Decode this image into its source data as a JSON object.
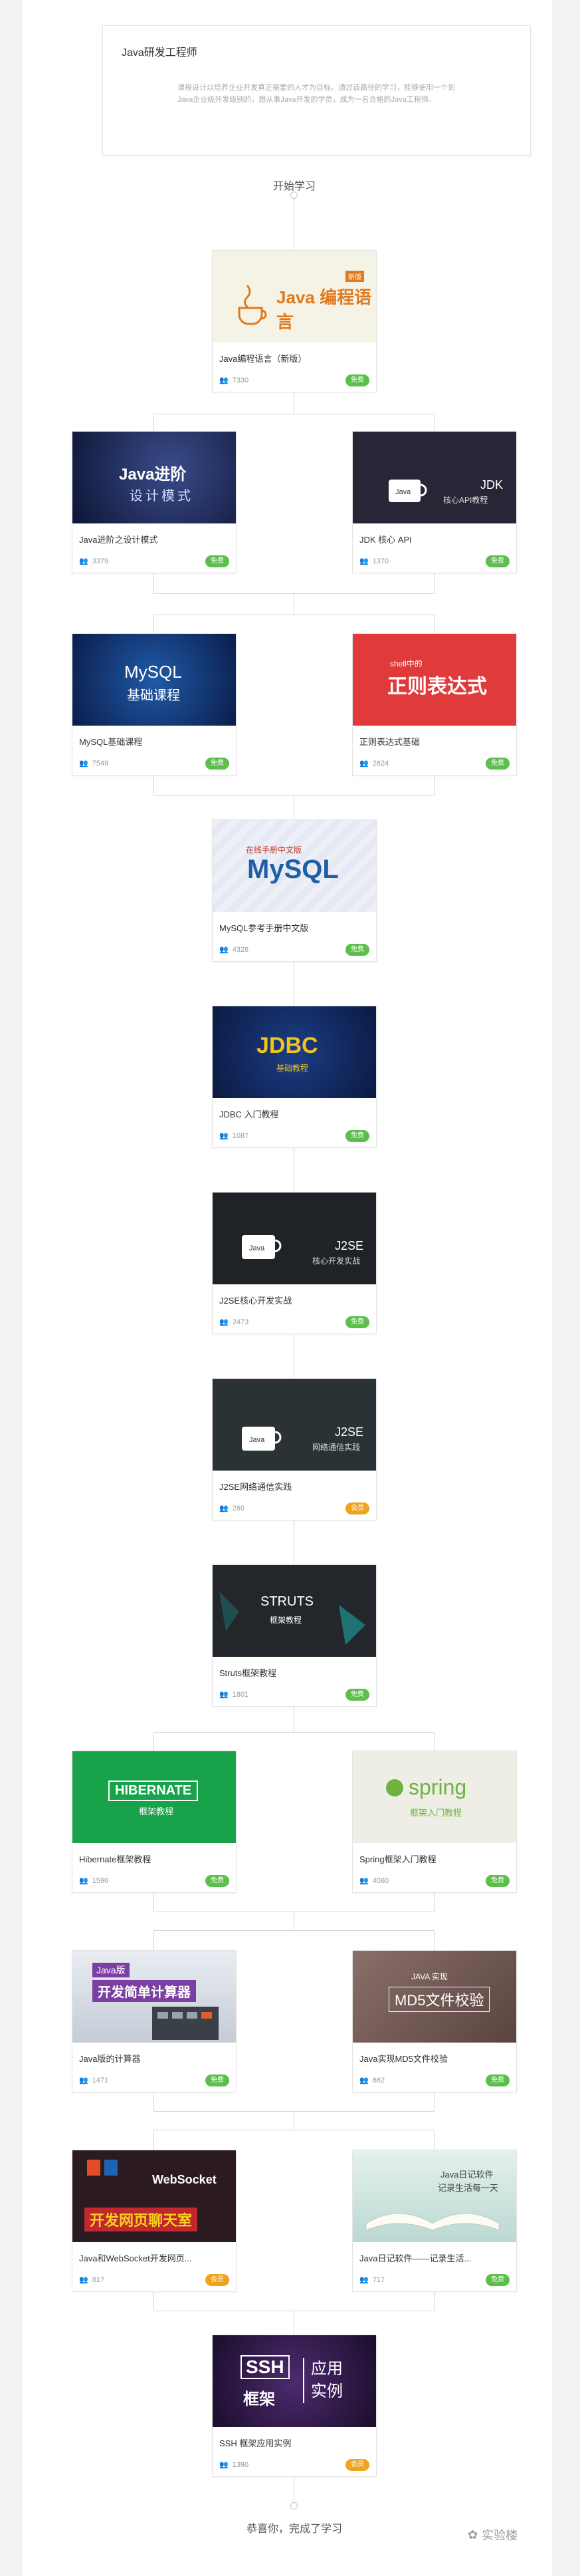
{
  "intro": {
    "title": "Java研发工程师",
    "description": "课程设计以培养企业开发真正需要的人才为目标。通过该路径的学习，能够使用一个到Java企业级开发级别的，想从事Java开发的学员，成为一名合格的Java工程师。"
  },
  "start_label": "开始学习",
  "end_label": "恭喜你，完成了学习",
  "watermark": "实验楼",
  "colors": {
    "free": "#5cbf4b",
    "vip": "#f0a31c"
  },
  "courses": {
    "java_lang": {
      "title": "Java编程语言（新版）",
      "count": "7330",
      "badge": "免费",
      "banner": "Java 编程语言",
      "tag": "新版"
    },
    "design_patterns": {
      "title": "Java进阶之设计模式",
      "count": "3379",
      "badge": "免费",
      "banner": "Java进阶",
      "sub": "设计模式"
    },
    "jdk_api": {
      "title": "JDK 核心 API",
      "count": "1370",
      "badge": "免费",
      "banner": "JDK",
      "sub": "核心API教程"
    },
    "mysql_basic": {
      "title": "MySQL基础课程",
      "count": "7549",
      "badge": "免费",
      "banner": "MySQL",
      "sub": "基础课程"
    },
    "regex": {
      "title": "正则表达式基础",
      "count": "2624",
      "badge": "免费",
      "banner": "正则表达式",
      "sub": "shell中的"
    },
    "mysql_manual": {
      "title": "MySQL参考手册中文版",
      "count": "4326",
      "badge": "免费",
      "banner": "MySQL",
      "sub": "在线手册中文版"
    },
    "jdbc": {
      "title": "JDBC 入门教程",
      "count": "1087",
      "badge": "免费",
      "banner": "JDBC",
      "sub": "基础教程"
    },
    "j2se_core": {
      "title": "J2SE核心开发实战",
      "count": "2473",
      "badge": "免费",
      "banner": "J2SE",
      "sub": "核心开发实战"
    },
    "j2se_net": {
      "title": "J2SE网络通信实践",
      "count": "260",
      "badge": "会员",
      "banner": "J2SE",
      "sub": "网络通信实践"
    },
    "struts": {
      "title": "Struts框架教程",
      "count": "1801",
      "badge": "免费",
      "banner": "STRUTS",
      "sub": "框架教程"
    },
    "hibernate": {
      "title": "Hibernate框架教程",
      "count": "1596",
      "badge": "免费",
      "banner": "HIBERNATE",
      "sub": "框架教程"
    },
    "spring": {
      "title": "Spring框架入门教程",
      "count": "4060",
      "badge": "免费",
      "banner": "spring",
      "sub": "框架入门教程"
    },
    "calculator": {
      "title": "Java版的计算器",
      "count": "1471",
      "badge": "免费",
      "banner": "开发简单计算器",
      "sub": "Java版"
    },
    "md5": {
      "title": "Java实现MD5文件校验",
      "count": "662",
      "badge": "免费",
      "banner": "MD5文件校验",
      "sub": "JAVA 实现"
    },
    "websocket": {
      "title": "Java和WebSocket开发网页...",
      "count": "817",
      "badge": "会员",
      "banner": "开发网页聊天室",
      "sub": "WebSocket"
    },
    "diary": {
      "title": "Java日记软件——记录生活...",
      "count": "717",
      "badge": "免费",
      "banner": "记录生活每一天",
      "sub": "Java日记软件"
    },
    "ssh": {
      "title": "SSH 框架应用实例",
      "count": "1390",
      "badge": "会员",
      "banner": "SSH",
      "sub": "框架"
    }
  }
}
